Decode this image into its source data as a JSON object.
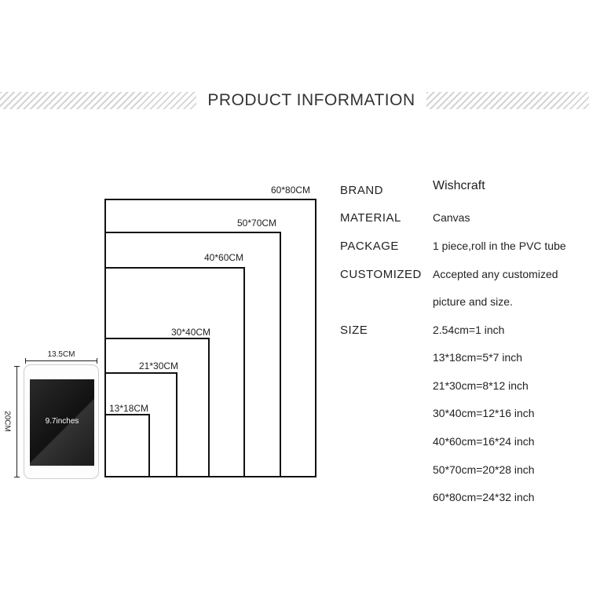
{
  "header": {
    "title": "PRODUCT INFORMATION"
  },
  "diagram": {
    "sizes": [
      "60*80CM",
      "50*70CM",
      "40*60CM",
      "30*40CM",
      "21*30CM",
      "13*18CM"
    ],
    "tablet": {
      "width_label": "13.5CM",
      "height_label": "20CM",
      "screen_label": "9.7inches"
    }
  },
  "specs": {
    "brand_label": "BRAND",
    "brand_value": "Wishcraft",
    "material_label": "MATERIAL",
    "material_value": "Canvas",
    "package_label": "PACKAGE",
    "package_value": "1 piece,roll in the PVC tube",
    "customized_label": "CUSTOMIZED",
    "customized_value_1": "Accepted any customized",
    "customized_value_2": "picture and size.",
    "size_label": "SIZE",
    "size_values": [
      "2.54cm=1 inch",
      "13*18cm=5*7 inch",
      "21*30cm=8*12 inch",
      "30*40cm=12*16 inch",
      "40*60cm=16*24 inch",
      "50*70cm=20*28 inch",
      "60*80cm=24*32 inch"
    ]
  }
}
